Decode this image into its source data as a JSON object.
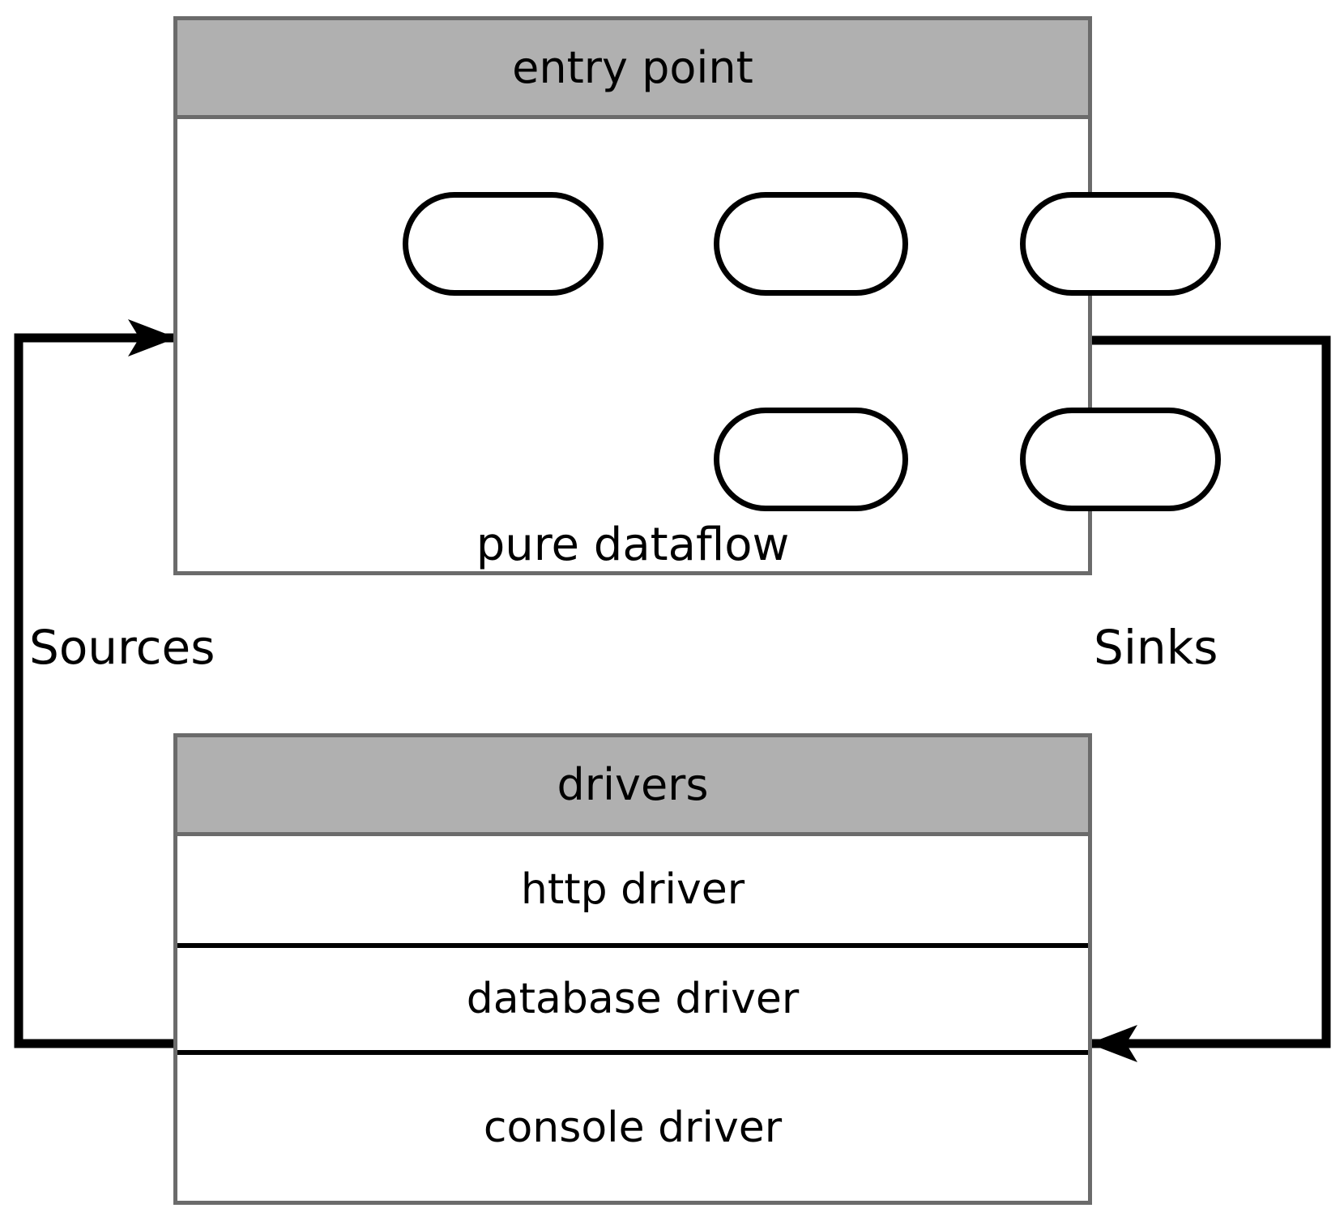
{
  "diagram": {
    "type": "architecture-diagram",
    "title_hint": "cycle.js style dataflow architecture",
    "background": "#ffffff",
    "colors": {
      "package_border": "#6b6b6b",
      "package_header_fill": "#b0b0b0",
      "node_stroke": "#000000",
      "node_fill": "#ffffff",
      "arrow": "#000000",
      "text": "#000000"
    }
  },
  "entry_point": {
    "header_label": "entry point",
    "caption": "pure dataflow",
    "nodes": [
      {
        "id": "a",
        "label": ""
      },
      {
        "id": "b",
        "label": ""
      },
      {
        "id": "c",
        "label": ""
      },
      {
        "id": "d",
        "label": ""
      },
      {
        "id": "e",
        "label": ""
      }
    ],
    "edges": [
      {
        "from": "a",
        "to": "b",
        "direction": "right"
      },
      {
        "from": "b",
        "to": "c",
        "direction": "right"
      },
      {
        "from": "b",
        "to": "d",
        "direction": "down"
      },
      {
        "from": "c",
        "to": "e",
        "direction": "down"
      },
      {
        "from": "d",
        "to": "e",
        "direction": "right"
      }
    ]
  },
  "drivers": {
    "header_label": "drivers",
    "rows": [
      {
        "label": "http driver"
      },
      {
        "label": "database driver"
      },
      {
        "label": "console driver"
      }
    ]
  },
  "flows": {
    "sources": {
      "label": "Sources",
      "from": "drivers.database driver",
      "to": "entry point",
      "side": "left"
    },
    "sinks": {
      "label": "Sinks",
      "from": "entry point",
      "to": "drivers.database driver",
      "side": "right"
    }
  }
}
